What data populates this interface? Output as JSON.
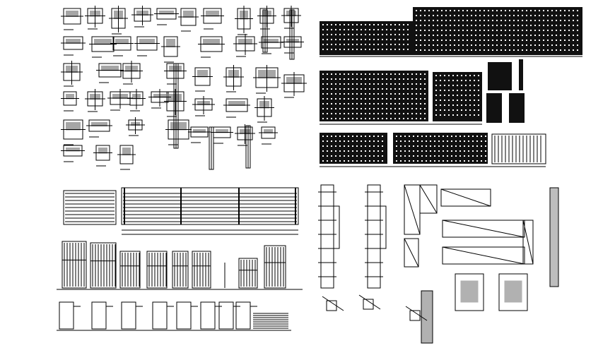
{
  "sheet": {
    "panels": [
      {
        "title": "wall-section-details"
      },
      {
        "title": "facade-elevations"
      },
      {
        "title": "gate-and-door-elevations"
      },
      {
        "title": "gate-fixing-details"
      }
    ]
  },
  "colors": {
    "ink": "#000000",
    "paper": "#ffffff"
  }
}
